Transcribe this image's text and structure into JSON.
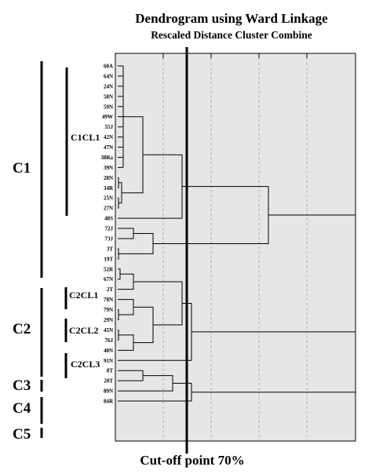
{
  "title": "Dendrogram using Ward Linkage",
  "subtitle": "Rescaled Distance Cluster Combine",
  "cutoff_label": "Cut-off point 70%",
  "leaves": [
    "60A",
    "64N",
    "24N",
    "58N",
    "59N",
    "49W",
    "55J",
    "42N",
    "47N",
    "38Ra",
    "39N",
    "28N",
    "34R",
    "25N",
    "27N",
    "48S",
    "72J",
    "73J",
    "3T",
    "19T",
    "52R",
    "67N",
    "2T",
    "78N",
    "79N",
    "29N",
    "45N",
    "76J",
    "40N",
    "91N",
    "8T",
    "20T",
    "89N",
    "84R"
  ],
  "clusters": {
    "c1": "C1",
    "c2": "C2",
    "c3": "C3",
    "c4": "C4",
    "c5": "C5",
    "c1cl1": "C1CL1",
    "c2cl1": "C2CL1",
    "c2cl2": "C2CL2",
    "c2cl3": "C2CL3"
  },
  "colors": {
    "panel": "#e6e6e6",
    "line": "#000000",
    "gridline": "#aaaaaa"
  }
}
